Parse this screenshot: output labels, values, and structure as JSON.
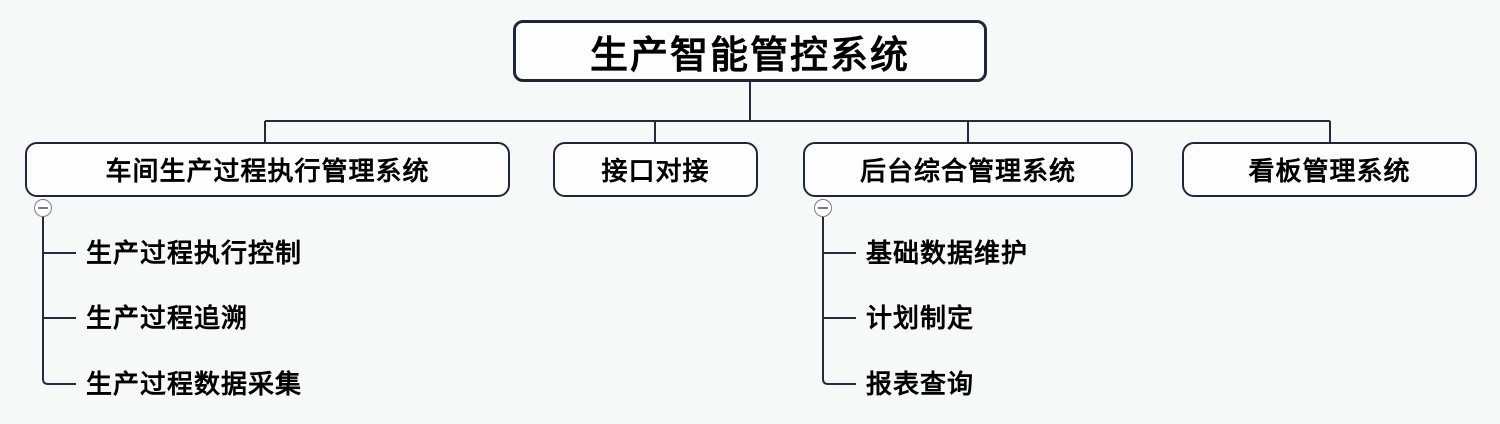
{
  "diagram": {
    "type": "mind-map-tree",
    "root": {
      "label": "生产智能管控系统"
    },
    "branches": [
      {
        "label": "车间生产过程执行管理系统",
        "collapsed": false,
        "children": [
          {
            "label": "生产过程执行控制"
          },
          {
            "label": "生产过程追溯"
          },
          {
            "label": "生产过程数据采集"
          }
        ]
      },
      {
        "label": "接口对接",
        "children": []
      },
      {
        "label": "后台综合管理系统",
        "collapsed": false,
        "children": [
          {
            "label": "基础数据维护"
          },
          {
            "label": "计划制定"
          },
          {
            "label": "报表查询"
          }
        ]
      },
      {
        "label": "看板管理系统",
        "children": []
      }
    ],
    "colors": {
      "line": "#252b3b",
      "box_border": "#1f2638",
      "box_fill": "#fdfdfe",
      "canvas_bg": "#f7f8f8",
      "text": "#000000",
      "icon": "#7d7d7d"
    }
  }
}
